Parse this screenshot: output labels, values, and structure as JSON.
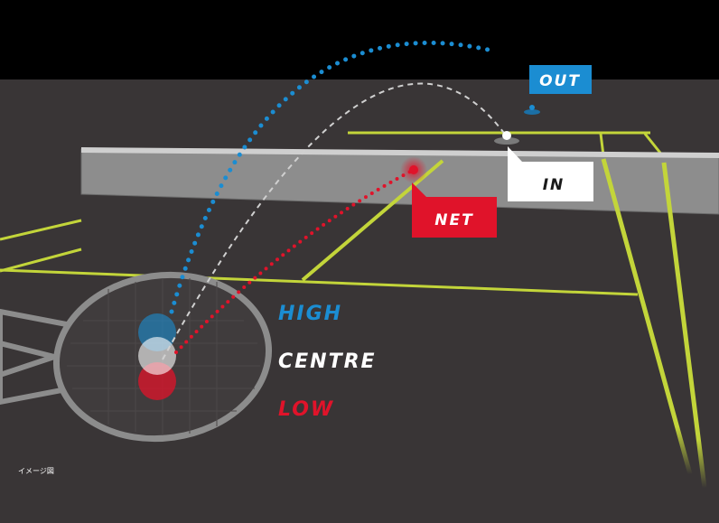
{
  "labels": {
    "out": "OUT",
    "in": "IN",
    "net": "NET",
    "high": "HIGH",
    "centre": "CENTRE",
    "low": "LOW"
  },
  "caption": "イメージ図",
  "colors": {
    "sky": "#000000",
    "ground": "#393536",
    "court_line": "#c3d53a",
    "net": "#8a8a8a",
    "high": "#1b8dd2",
    "centre": "#ffffff",
    "low": "#e0132a",
    "racket": "#8c8c8c"
  }
}
